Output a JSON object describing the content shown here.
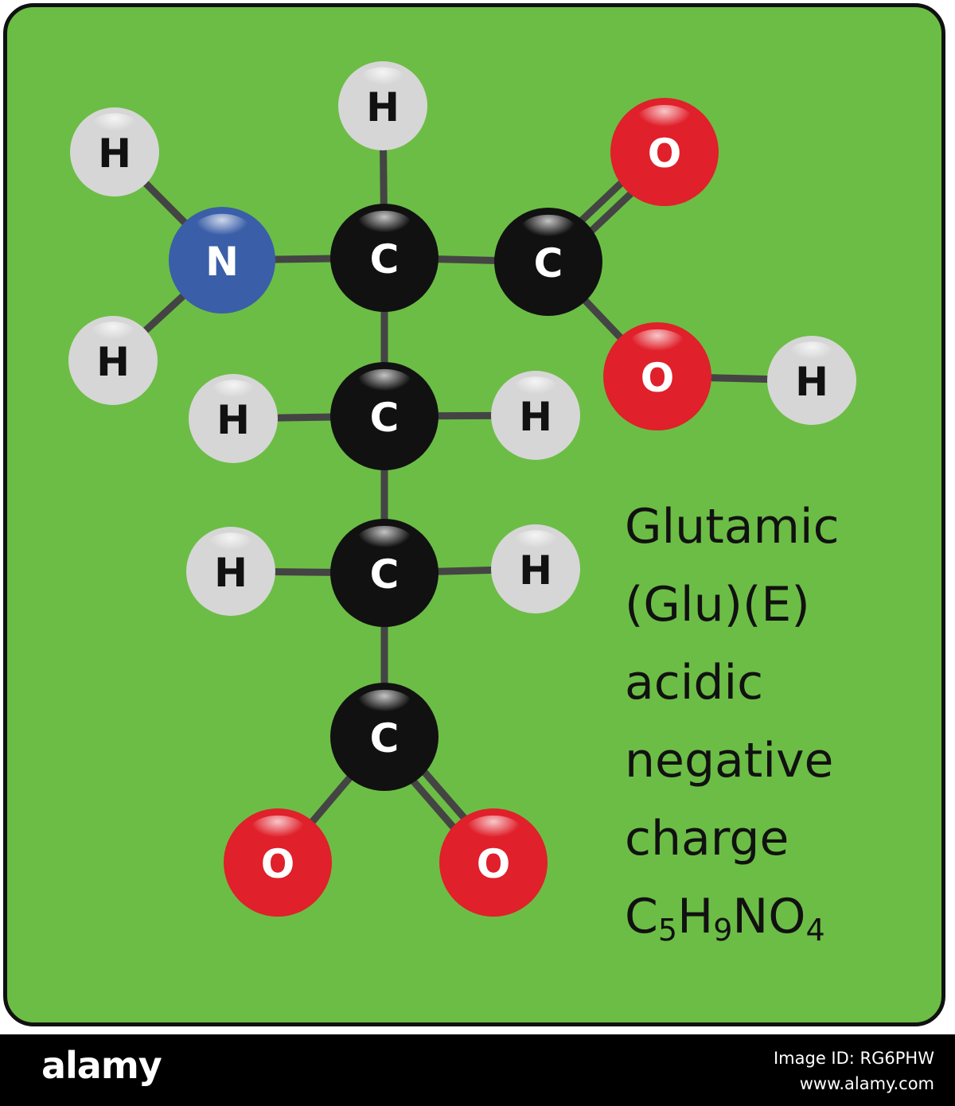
{
  "molecule": {
    "atoms": [
      {
        "id": "h_top",
        "el": "H"
      },
      {
        "id": "h_n_top",
        "el": "H"
      },
      {
        "id": "n",
        "el": "N"
      },
      {
        "id": "h_n_bot",
        "el": "H"
      },
      {
        "id": "c_alpha",
        "el": "C"
      },
      {
        "id": "c_carboxyl",
        "el": "C"
      },
      {
        "id": "o_double",
        "el": "O"
      },
      {
        "id": "o_hydroxyl",
        "el": "O"
      },
      {
        "id": "h_hydroxyl",
        "el": "H"
      },
      {
        "id": "c_beta",
        "el": "C"
      },
      {
        "id": "h_beta_left",
        "el": "H"
      },
      {
        "id": "h_beta_right",
        "el": "H"
      },
      {
        "id": "c_gamma",
        "el": "C"
      },
      {
        "id": "h_gamma_left",
        "el": "H"
      },
      {
        "id": "h_gamma_right",
        "el": "H"
      },
      {
        "id": "c_delta",
        "el": "C"
      },
      {
        "id": "o_delta_left",
        "el": "O"
      },
      {
        "id": "o_delta_right",
        "el": "O"
      }
    ],
    "bonds": [
      {
        "a": "h_top",
        "b": "c_alpha",
        "order": 1
      },
      {
        "a": "h_n_top",
        "b": "n",
        "order": 1
      },
      {
        "a": "h_n_bot",
        "b": "n",
        "order": 1
      },
      {
        "a": "n",
        "b": "c_alpha",
        "order": 1
      },
      {
        "a": "c_alpha",
        "b": "c_carboxyl",
        "order": 1
      },
      {
        "a": "c_carboxyl",
        "b": "o_double",
        "order": 2
      },
      {
        "a": "c_carboxyl",
        "b": "o_hydroxyl",
        "order": 1
      },
      {
        "a": "o_hydroxyl",
        "b": "h_hydroxyl",
        "order": 1
      },
      {
        "a": "c_alpha",
        "b": "c_beta",
        "order": 1
      },
      {
        "a": "c_beta",
        "b": "h_beta_left",
        "order": 1
      },
      {
        "a": "c_beta",
        "b": "h_beta_right",
        "order": 1
      },
      {
        "a": "c_beta",
        "b": "c_gamma",
        "order": 1
      },
      {
        "a": "c_gamma",
        "b": "h_gamma_left",
        "order": 1
      },
      {
        "a": "c_gamma",
        "b": "h_gamma_right",
        "order": 1
      },
      {
        "a": "c_gamma",
        "b": "c_delta",
        "order": 1
      },
      {
        "a": "c_delta",
        "b": "o_delta_left",
        "order": 1
      },
      {
        "a": "c_delta",
        "b": "o_delta_right",
        "order": 2
      }
    ],
    "colors": {
      "H": "#d6d6d6",
      "C": "#111111",
      "N": "#3a5ea8",
      "O": "#e0202a",
      "bond": "#444444",
      "background": "#6cbd45"
    }
  },
  "info": {
    "name": "Glutamic",
    "abbreviations": "(Glu)(E)",
    "property": "acidic",
    "charge_line1": "negative",
    "charge_line2": "charge",
    "formula": {
      "c": "C",
      "c_n": "5",
      "h": "H",
      "h_n": "9",
      "n": "N",
      "o": "O",
      "o_n": "4"
    }
  },
  "footer": {
    "logo": "alamy",
    "image_id": "Image ID: RG6PHW",
    "url": "www.alamy.com"
  }
}
